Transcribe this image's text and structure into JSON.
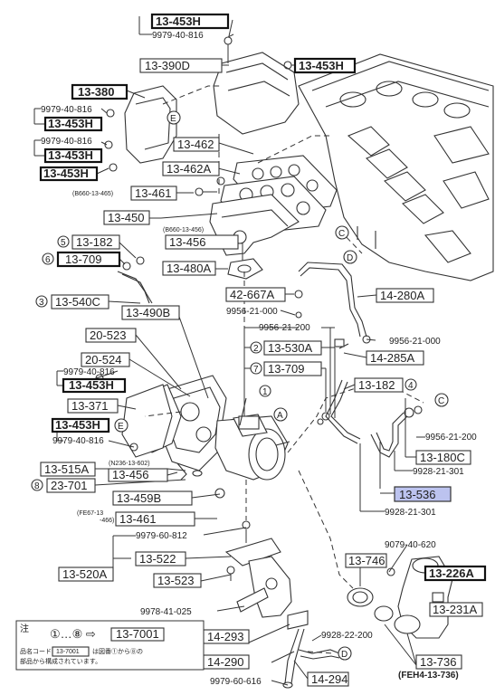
{
  "parts": {
    "p453h_top": "13-453H",
    "s9979_40_816_top": "9979-40-816",
    "p390d": "13-390D",
    "p453h_right": "13-453H",
    "p380": "13-380",
    "s9979_40_816_a": "9979-40-816",
    "p453h_a": "13-453H",
    "s9979_40_816_b": "9979-40-816",
    "p453h_b": "13-453H",
    "p453h_c": "13-453H",
    "p462": "13-462",
    "p462a": "13-462A",
    "b8660_465": "(B660-13-465)",
    "p461_top": "13-461",
    "p450": "13-450",
    "b8660_456": "(B660-13-456)",
    "p456_top": "13-456",
    "p182_left": "13-182",
    "p709_left": "13-709",
    "p480a": "13-480A",
    "p540c": "13-540C",
    "p667a": "42-667A",
    "s9956_21_000_a": "9956-21-000",
    "p280a": "14-280A",
    "p490b": "13-490B",
    "s9956_21_200_a": "9956-21-200",
    "s9956_21_000_b": "9956-21-000",
    "p523": "20-523",
    "p530a": "13-530A",
    "p285a": "14-285A",
    "p524": "20-524",
    "s9979_40_816_c": "9979-40-816",
    "p453h_d": "13-453H",
    "p709_mid": "13-709",
    "p182_mid": "13-182",
    "p371": "13-371",
    "s9956_21_200_b": "9956-21-200",
    "p453h_e": "13-453H",
    "s9979_40_816_d": "9979-40-816",
    "p180c": "13-180C",
    "p515a": "13-515A",
    "n236_602": "(N236-13-602)",
    "p456_mid": "13-456",
    "s9928_21_301_a": "9928-21-301",
    "p23_701": "23-701",
    "p536": "13-536",
    "p459b": "13-459B",
    "s9928_21_301_b": "9928-21-301",
    "fe67_466": "(FE67-13\n-466)",
    "p461_bot": "13-461",
    "s9979_60_812": "9979-60-812",
    "s9079_40_620": "9079-40-620",
    "p522": "13-522",
    "p746": "13-746",
    "p226a": "13-226A",
    "p520a": "13-520A",
    "p523b": "13-523",
    "s9978_41_025": "9978-41-025",
    "p231a": "13-231A",
    "p293": "14-293",
    "s9928_22_200": "9928-22-200",
    "p290": "14-290",
    "p736": "13-736",
    "feh4_736": "(FEH4-13-736)",
    "s9979_60_616": "9979-60-616",
    "p294": "14-294"
  },
  "callouts": {
    "n1": "1",
    "n2": "2",
    "n4": "4",
    "n5": "5",
    "n6": "6",
    "n7": "7",
    "n3": "3",
    "n8": "8",
    "A": "A",
    "C": "C",
    "D": "D",
    "E": "E"
  },
  "note": {
    "title": "注",
    "line1_range": "①…⑧ ⇨",
    "line1_part": "13-7001",
    "line2_prefix": "品名コード",
    "line2_part": "13-7001",
    "line2_suffix": "は図番①から⑧の",
    "line3": "部品から構成されています。"
  }
}
